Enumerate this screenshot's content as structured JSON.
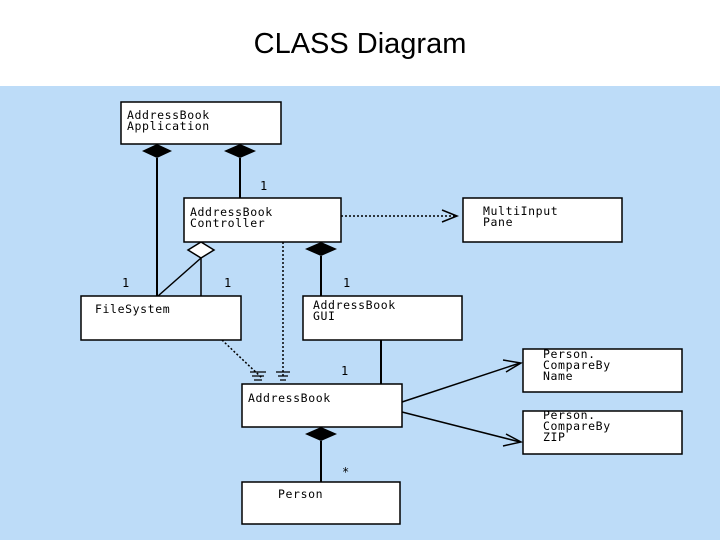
{
  "slide": {
    "title": "CLASS Diagram"
  },
  "diagram": {
    "classes": {
      "app": [
        "AddressBook",
        "Application"
      ],
      "controller": [
        "AddressBook",
        "Controller"
      ],
      "multi": [
        "MultiInput",
        "Pane"
      ],
      "filesystem": [
        "FileSystem"
      ],
      "gui": [
        "AddressBook",
        "GUI"
      ],
      "compare_name": [
        "Person.",
        "CompareBy",
        "Name"
      ],
      "compare_zip": [
        "Person.",
        "CompareBy",
        "ZIP"
      ],
      "addressbook": [
        "AddressBook"
      ],
      "person": [
        "Person"
      ]
    },
    "multiplicities": {
      "app_controller": "1",
      "controller_filesystem_left": "1",
      "controller_filesystem_right": "1",
      "controller_gui": "1",
      "gui_addressbook": "1",
      "addressbook_person": "*"
    }
  }
}
